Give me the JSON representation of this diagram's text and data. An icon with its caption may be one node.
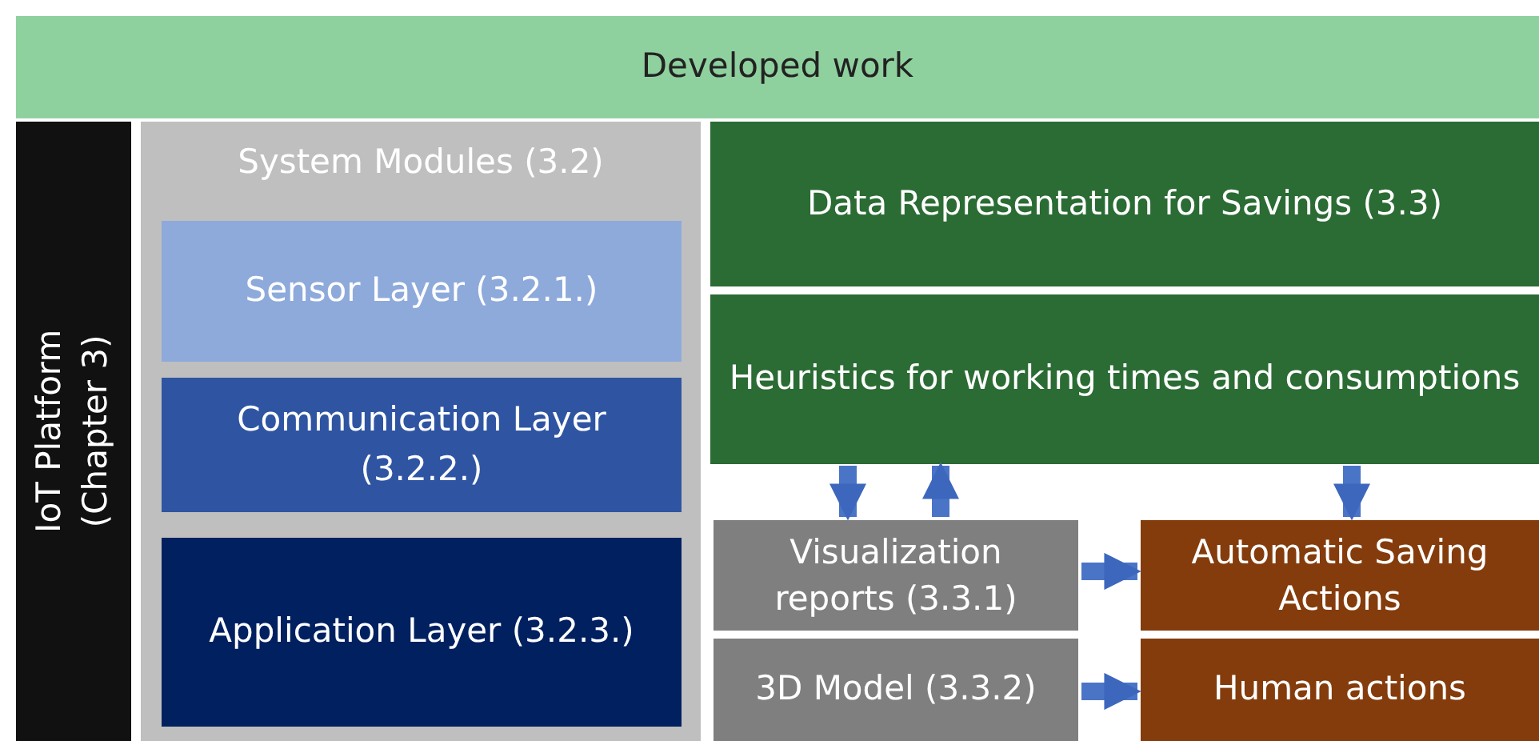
{
  "diagram": {
    "nodes": [
      {
        "text": [
          "Developed work"
        ]
      },
      {
        "text": [
          "IoT Platform (Chapter 3)"
        ]
      },
      {
        "text": [
          "System Modules (3.2)"
        ]
      },
      {
        "text": [
          "Sensor Layer (3.2.1.)"
        ],
        "in": 2
      },
      {
        "text": [
          "Communication Layer (3.2.2.)"
        ],
        "in": 2
      },
      {
        "text": [
          "Application Layer (3.2.3.)"
        ],
        "in": 2
      },
      {
        "text": [
          "Data Representation for Savings (3.3)"
        ]
      },
      {
        "text": [
          "Heuristics for working times and consumptions"
        ]
      },
      {
        "text": [
          "Visualization reports (3.3.1)"
        ]
      },
      {
        "text": [
          "Automatic Saving Actions"
        ]
      },
      {
        "text": [
          "3D Model (3.3.2)"
        ]
      },
      {
        "text": [
          "Human actions"
        ]
      }
    ],
    "edges": [
      {
        "from": 7,
        "to": 8,
        "arrow": "to"
      },
      {
        "from": 8,
        "to": 7,
        "arrow": "to"
      },
      {
        "from": 7,
        "to": 9,
        "arrow": "to"
      },
      {
        "from": 8,
        "to": 9,
        "arrow": "to"
      },
      {
        "from": 10,
        "to": 11,
        "arrow": "to"
      }
    ]
  }
}
